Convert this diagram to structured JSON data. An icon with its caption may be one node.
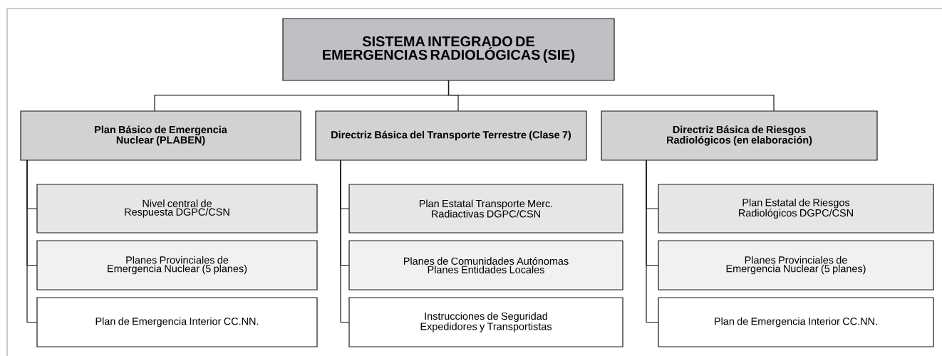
{
  "diagram": {
    "nodes": [
      {
        "text": [
          "SISTEMA INTEGRADO DE EMERGENCIAS RADIOLÓGICAS (SIE)"
        ]
      },
      {
        "text": [
          "Plan Básico de Emergencia Nuclear (PLABEN)"
        ]
      },
      {
        "text": [
          "Directriz Básica del Transporte Terrestre (Clase 7)"
        ]
      },
      {
        "text": [
          "Directriz Básica de Riesgos Radiológicos (en elaboración)"
        ]
      },
      {
        "text": [
          "Nivel central de Respuesta DGPC/CSN"
        ]
      },
      {
        "text": [
          "Planes Provinciales de Emergencia Nuclear (5 planes)"
        ]
      },
      {
        "text": [
          "Plan de Emergencia Interior CC.NN."
        ]
      },
      {
        "text": [
          "Plan Estatal Transporte Merc. Radiactivas DGPC/CSN"
        ]
      },
      {
        "text": [
          "Planes de Comunidades Autónomas Planes Entidades Locales"
        ]
      },
      {
        "text": [
          "Instrucciones de Seguridad Expedidores y Transportistas"
        ]
      },
      {
        "text": [
          "Plan Estatal de Riesgos Radiológicos DGPC/CSN"
        ]
      },
      {
        "text": [
          "Planes Provinciales de Emergencia Nuclear (5 planes)"
        ]
      },
      {
        "text": [
          "Plan de Emergencia Interior CC.NN."
        ]
      }
    ],
    "edges": [
      {
        "from": 0,
        "to": 1,
        "arrow": "none"
      },
      {
        "from": 0,
        "to": 2,
        "arrow": "none"
      },
      {
        "from": 0,
        "to": 3,
        "arrow": "none"
      },
      {
        "from": 1,
        "to": 4,
        "arrow": "none"
      },
      {
        "from": 1,
        "to": 5,
        "arrow": "none"
      },
      {
        "from": 1,
        "to": 6,
        "arrow": "none"
      },
      {
        "from": 2,
        "to": 7,
        "arrow": "none"
      },
      {
        "from": 2,
        "to": 8,
        "arrow": "none"
      },
      {
        "from": 2,
        "to": 9,
        "arrow": "none"
      },
      {
        "from": 3,
        "to": 10,
        "arrow": "none"
      },
      {
        "from": 3,
        "to": 11,
        "arrow": "none"
      },
      {
        "from": 3,
        "to": 12,
        "arrow": "none"
      }
    ]
  }
}
